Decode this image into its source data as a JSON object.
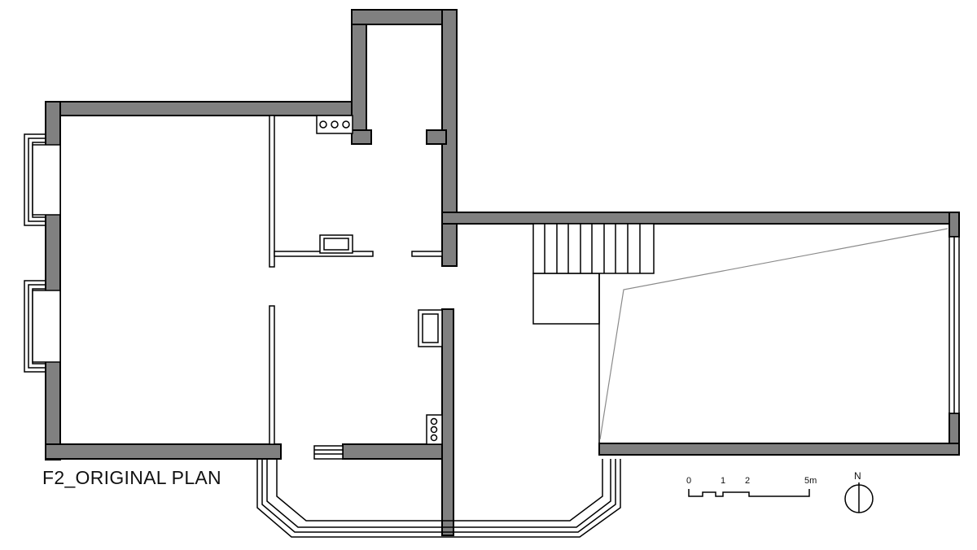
{
  "title": "F2_ORIGINAL PLAN",
  "scale_bar": {
    "labels": [
      "0",
      "1",
      "2",
      "5m"
    ]
  },
  "north_arrow": {
    "label": "N"
  },
  "colors": {
    "wall_fill": "#808080",
    "line": "#000000",
    "background": "#ffffff"
  }
}
